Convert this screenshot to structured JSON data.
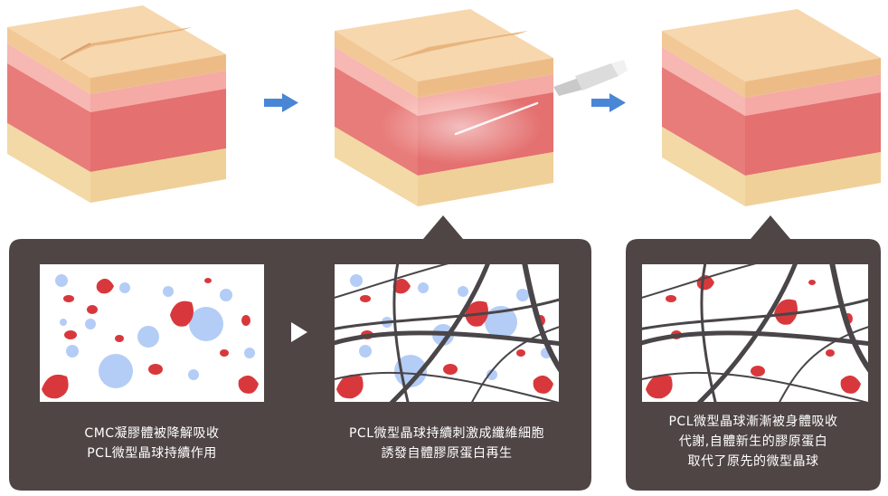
{
  "title": "PCL microsphere filler mechanism",
  "colors": {
    "epidermis": "#f2c896",
    "epidermis_top": "#f7d7ad",
    "pink_band": "#f7b7b2",
    "dermis": "#e87c7a",
    "fat": "#f3d9a6",
    "panel_bg": "#4f4545",
    "arrow": "#4a86d6",
    "red_particle": "#d8383c",
    "blue_particle": "#b3cdf6",
    "fiber": "#4a4548"
  },
  "stages": [
    {
      "name": "wrinkled skin with treatment gel",
      "icon": "skin-block-wrinkled-icon"
    },
    {
      "name": "skin block with injection",
      "icon": "skin-block-injection-icon"
    },
    {
      "name": "smooth restored skin",
      "icon": "skin-block-smooth-icon"
    }
  ],
  "arrow_icon": "right-arrow-icon",
  "panels": [
    {
      "captions": [
        [
          "CMC凝膠體被降解吸收",
          "PCL微型晶球持續作用"
        ],
        [
          "PCL微型晶球持續刺激成纖維細胞",
          "誘發自體膠原蛋白再生"
        ]
      ]
    },
    {
      "captions": [
        [
          "PCL微型晶球漸漸被身體吸收",
          "代謝,自體新生的膠原蛋白",
          "取代了原先的微型晶球"
        ]
      ]
    }
  ]
}
